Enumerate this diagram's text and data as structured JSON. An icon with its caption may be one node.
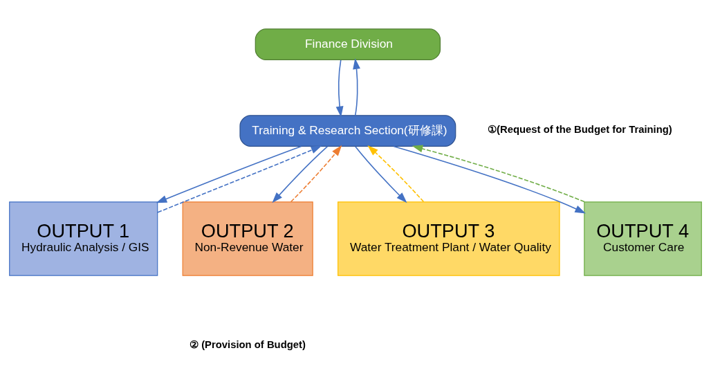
{
  "diagram": {
    "nodes": [
      {
        "text": [
          "Finance Division"
        ]
      },
      {
        "text": [
          "Training & Research Section(研修課)"
        ]
      },
      {
        "text": [
          "OUTPUT 1",
          "Hydraulic Analysis / GIS"
        ]
      },
      {
        "text": [
          "OUTPUT 2",
          "Non-Revenue Water"
        ]
      },
      {
        "text": [
          "OUTPUT 3",
          "Water Treatment Plant / Water Quality"
        ]
      },
      {
        "text": [
          "OUTPUT 4",
          "Customer Care"
        ]
      }
    ],
    "edges": [
      {
        "from": 1,
        "to": 0,
        "arrow": "to"
      },
      {
        "from": 0,
        "to": 1,
        "arrow": "to"
      },
      {
        "from": 2,
        "to": 1,
        "arrow": "to",
        "style": "dashed"
      },
      {
        "from": 3,
        "to": 1,
        "arrow": "to",
        "style": "dashed",
        "color": "#ed7d31"
      },
      {
        "from": 4,
        "to": 1,
        "arrow": "to",
        "style": "dashed",
        "color": "#ffc000"
      },
      {
        "from": 5,
        "to": 1,
        "arrow": "to",
        "style": "dashed",
        "color": "#70ad47"
      },
      {
        "from": 1,
        "to": 2,
        "arrow": "to"
      },
      {
        "from": 1,
        "to": 3,
        "arrow": "to"
      },
      {
        "from": 1,
        "to": 4,
        "arrow": "to"
      },
      {
        "from": 1,
        "to": 5,
        "arrow": "to"
      }
    ],
    "labels": [
      "①(Request of the Budget for Training)",
      "② (Provision of Budget)"
    ]
  }
}
